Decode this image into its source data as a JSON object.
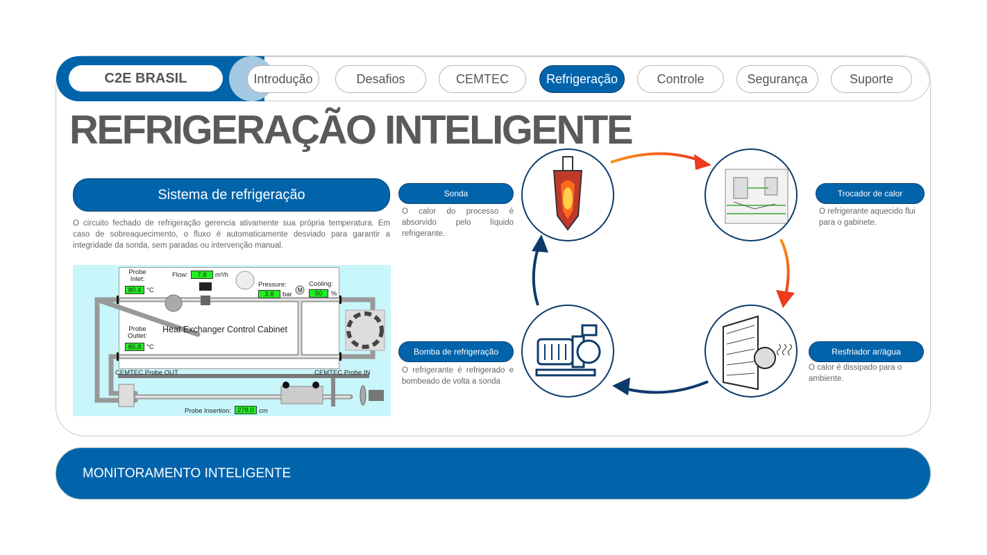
{
  "nav": {
    "brand": "C2E BRASIL",
    "tabs": [
      "Introdução",
      "Desafios",
      "CEMTEC",
      "Refrigeração",
      "Controle",
      "Segurança",
      "Suporte"
    ],
    "active": "Refrigeração"
  },
  "title": "REFRIGERAÇÃO INTELIGENTE",
  "system": {
    "heading": "Sistema de refrigeração",
    "text": "O circuito fechado de refrigeração gerencia ativamente sua própria temperatura. Em caso de sobreaquecimento, o fluxo é automaticamente desviado para garantir a integridade da sonda, sem paradas ou intervenção manual."
  },
  "scada": {
    "probe_inlet_label": "Probe Inlet:",
    "probe_inlet": "80.4",
    "probe_outlet_label": "Probe Outlet:",
    "probe_outlet": "85.8",
    "temp_unit": "°C",
    "flow_label": "Flow:",
    "flow": "7.8",
    "flow_unit": "m³/h",
    "pressure_label": "Pressure:",
    "pressure": "3.8",
    "pressure_unit": "bar",
    "cooling_label": "Cooling:",
    "cooling": "50",
    "cooling_unit": "%",
    "cabinet": "Heat Exchanger Control Cabinet",
    "probe_out": "CEMTEC Probe OUT",
    "probe_in": "CEMTEC Probe IN",
    "insertion_label": "Probe Insertion:",
    "insertion": "278.0",
    "insertion_unit": "cm",
    "motor": "M"
  },
  "cycle": [
    {
      "label": "Sonda",
      "text": "O calor do processo é absorvido pelo líquido refrigerante."
    },
    {
      "label": "Trocador de calor",
      "text": "O refrigerante aquecido flui para o gabinete."
    },
    {
      "label": "Resfriador ar/água",
      "text": "O calor é dissipado para o ambiente."
    },
    {
      "label": "Bomba de refrigeração",
      "text": "O refrigerante é refrigerado e bombeado de volta a sonda"
    }
  ],
  "bottom": "MONITORAMENTO INTELIGENTE",
  "colors": {
    "blue": "#0164ab",
    "orange": "#f05a1e",
    "navy": "#0c3a6a"
  }
}
